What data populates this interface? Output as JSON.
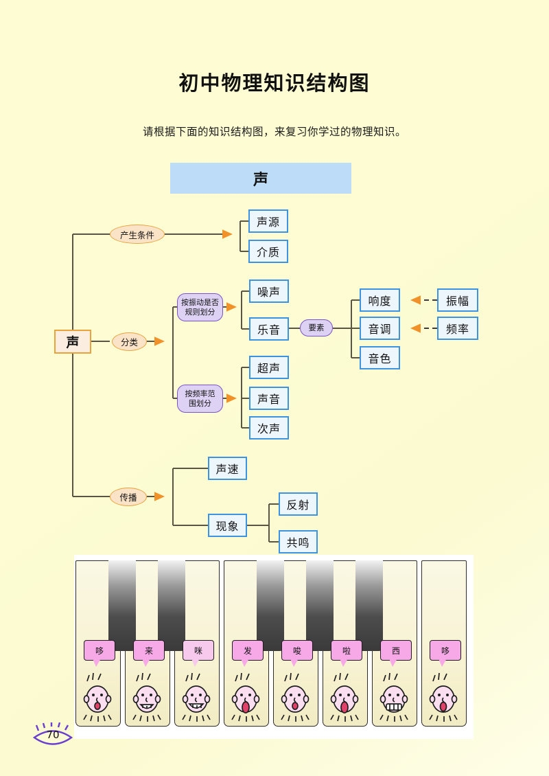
{
  "page": {
    "title": "初中物理知识结构图",
    "subtitle": "请根据下面的知识结构图，来复习你学过的物理知识。",
    "banner": "声",
    "page_number": "70",
    "background_color": "#fdfcd4",
    "accent_blue": "#3d93e0",
    "accent_orange": "#e8a33d",
    "accent_purple": "#7b53c8"
  },
  "diagram": {
    "root": "声",
    "branches": {
      "b1": {
        "label": "产生条件",
        "children": [
          "声源",
          "介质"
        ]
      },
      "b2": {
        "label": "分类",
        "groups": [
          {
            "label": "按振动是否\n规则划分",
            "label_line1": "按振动是否",
            "label_line2": "规则划分",
            "children": [
              "噪声",
              "乐音"
            ],
            "sub": {
              "label": "要素",
              "children": [
                "响度",
                "音调",
                "音色"
              ],
              "causes": [
                {
                  "from": "振幅",
                  "to": "响度"
                },
                {
                  "from": "频率",
                  "to": "音调"
                }
              ]
            }
          },
          {
            "label": "按频率范围划分",
            "label_line1": "按频率范",
            "label_line2": "围划分",
            "children": [
              "超声",
              "声音",
              "次声"
            ]
          }
        ]
      },
      "b3": {
        "label": "传播",
        "children": [
          "声速",
          "现象"
        ],
        "phenomena": [
          "反射",
          "共鸣"
        ]
      }
    }
  },
  "illustration": {
    "name": "piano-keys-singing-faces",
    "keys": [
      "哆",
      "来",
      "咪",
      "发",
      "唆",
      "啦",
      "西",
      "哆"
    ]
  }
}
